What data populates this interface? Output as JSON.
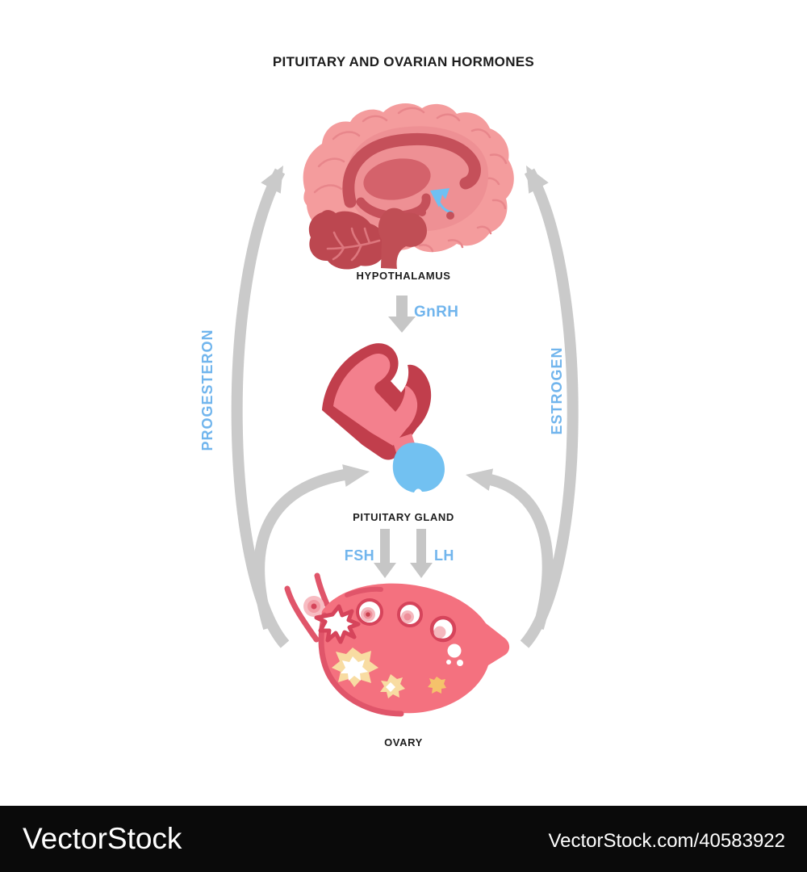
{
  "title": "PITUITARY AND OVARIAN HORMONES",
  "organs": {
    "hypothalamus": {
      "label": "HYPOTHALAMUS"
    },
    "pituitary": {
      "label": "PITUITARY GLAND"
    },
    "ovary": {
      "label": "OVARY"
    }
  },
  "hormones": {
    "gnrh": {
      "label": "GnRH"
    },
    "fsh": {
      "label": "FSH"
    },
    "lh": {
      "label": "LH"
    },
    "progesterone": {
      "label": "PROGESTERON"
    },
    "estrogen": {
      "label": "ESTROGEN"
    }
  },
  "arrows": [
    {
      "label": "GnRH",
      "from": "HYPOTHALAMUS",
      "to": "PITUITARY GLAND",
      "style": "straight-down"
    },
    {
      "label": "FSH",
      "from": "PITUITARY GLAND",
      "to": "OVARY",
      "style": "straight-down"
    },
    {
      "label": "LH",
      "from": "PITUITARY GLAND",
      "to": "OVARY",
      "style": "straight-down"
    },
    {
      "label": "PROGESTERON",
      "from": "OVARY",
      "to": "HYPOTHALAMUS",
      "style": "curved-left-outer"
    },
    {
      "label": "ESTROGEN",
      "from": "OVARY",
      "to": "HYPOTHALAMUS",
      "style": "curved-right-outer"
    },
    {
      "label": "",
      "from": "OVARY",
      "to": "PITUITARY GLAND",
      "style": "curved-left-inner"
    },
    {
      "label": "",
      "from": "OVARY",
      "to": "PITUITARY GLAND",
      "style": "curved-right-inner"
    }
  ],
  "watermark": {
    "logo_left": "VectorStock",
    "credit_right": "VectorStock.com/40583922"
  },
  "palette": {
    "background": "#FFFFFF",
    "hormone_text_blue": "#71B5ED",
    "arrow_gray": "#CACACA",
    "brain_pink": "#F49C9D",
    "brain_mid_pink": "#EE9094",
    "brain_dark_red": "#C5505A",
    "cerebellum_red": "#BC4750",
    "organ_blue": "#72C1F1",
    "pituitary_pink": "#F3808D",
    "pituitary_dark": "#C13E4C",
    "ovary_pink": "#F4717F",
    "ovary_dark_pink": "#E0556A",
    "follicle_rim": "#D6445B",
    "corpus_luteum_yellow": "#F8DCA2",
    "corpus_albicans_orange": "#F5C26B",
    "label_black": "#1D1D1D",
    "watermark_bar": "#0A0A0A",
    "watermark_text": "#FFFFFF"
  }
}
